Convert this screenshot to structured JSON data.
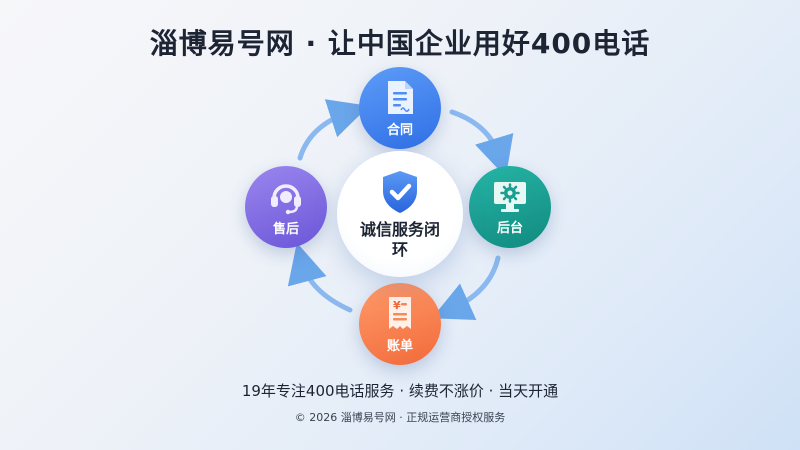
{
  "title": "淄博易号网 · 让中国企业用好400电话",
  "center": {
    "label": "诚信服务闭环",
    "icon": "shield-check-icon"
  },
  "nodes": {
    "contract": {
      "label": "合同",
      "icon": "contract-document-icon",
      "color": "#3a7df0"
    },
    "backend": {
      "label": "后台",
      "icon": "monitor-gear-icon",
      "color": "#1a9e90"
    },
    "billing": {
      "label": "账单",
      "icon": "yuan-receipt-icon",
      "color": "#f57a48"
    },
    "support": {
      "label": "售后",
      "icon": "headset-icon",
      "color": "#7b66e0"
    }
  },
  "footer": {
    "line1": "19年专注400电话服务 · 续费不涨价 · 当天开通",
    "line2": "© 2026 淄博易号网 · 正规运营商授权服务"
  }
}
